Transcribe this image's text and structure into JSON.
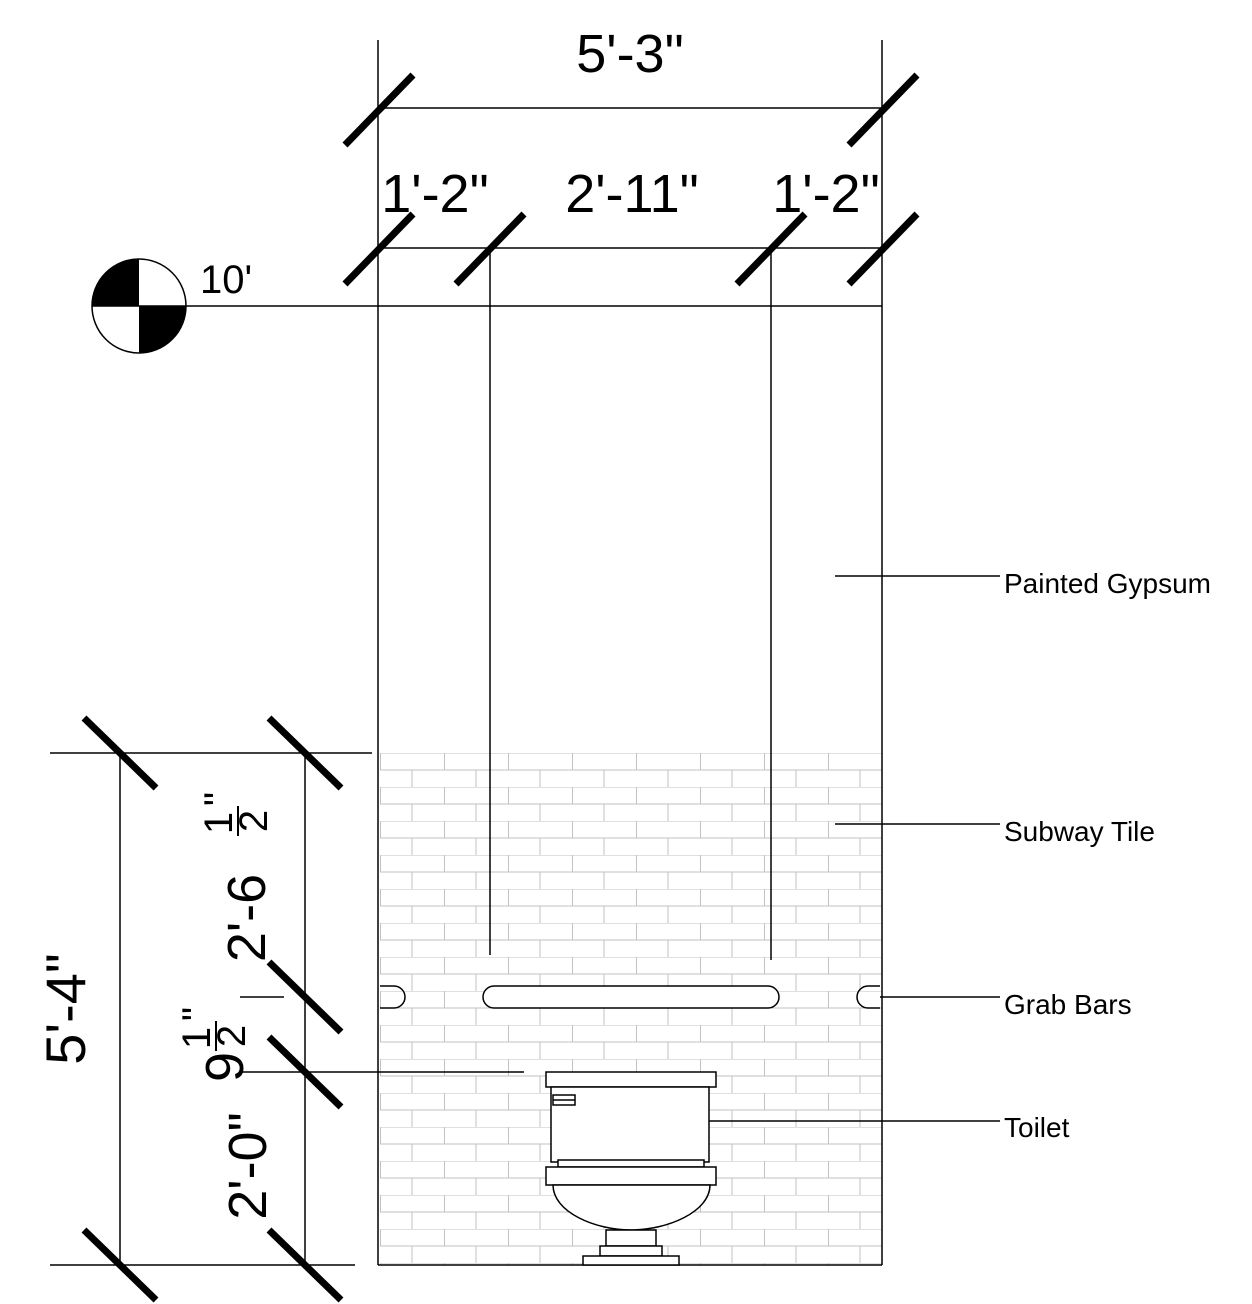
{
  "elevation_marker": {
    "label": "10'"
  },
  "dimensions": {
    "overall_width": "5'-3\"",
    "left_segment": "1'-2\"",
    "middle_segment": "2'-11\"",
    "right_segment": "1'-2\"",
    "overall_tile_height": "5'-4\"",
    "upper_tile_height": "2'-6",
    "upper_tile_frac_num": "1",
    "upper_tile_frac_den": "2",
    "upper_tile_inch": "\"",
    "middle_height_whole": "9",
    "middle_height_frac_num": "1",
    "middle_height_frac_den": "2",
    "middle_height_inch": "\"",
    "bottom_height": "2'-0\""
  },
  "labels": {
    "painted_gypsum": "Painted Gypsum",
    "subway_tile": "Subway Tile",
    "grab_bars": "Grab Bars",
    "toilet": "Toilet"
  }
}
